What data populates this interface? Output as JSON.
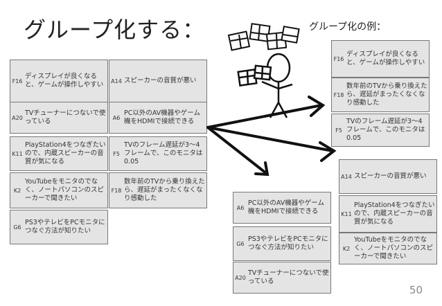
{
  "slide": {
    "title": "グループ化する：",
    "example_title": "グループ化の例：",
    "page_number": "50"
  },
  "cards": {
    "F16": {
      "code": "F16",
      "text": "ディスプレイが良くなると、ゲームが操作しやすい"
    },
    "A14": {
      "code": "A14",
      "text": "スピーカーの音質が悪い"
    },
    "A20": {
      "code": "A20",
      "text": "TVチューナーにつないで使っている"
    },
    "A6": {
      "code": "A6",
      "text": "PC以外のAV機器やゲーム機をHDMIで接続できる"
    },
    "K11": {
      "code": "K11",
      "text": "PlayStation4をつなぎたいので、内蔵スピーカーの音質が気になる"
    },
    "F5": {
      "code": "F5",
      "text": "TVのフレーム遅延が3～4フレームで、このモニタは0.05"
    },
    "K2": {
      "code": "K2",
      "text": "YouTubeをモニタのでなく、ノートパソコンのスピーカーで聞きたい"
    },
    "F18": {
      "code": "F18",
      "text": "数年前のTVから乗り換えたら、遅延がまったくなくなり感動した"
    },
    "G6": {
      "code": "G6",
      "text": "PS3やテレビをPCモニタにつなぐ方法が知りたい"
    }
  },
  "colors": {
    "card_bg": "#e4e4e4",
    "card_border": "#777777",
    "arrow": "#111111"
  },
  "icons": [
    "stick-figure-holding-cards-icon",
    "card-stack-icon",
    "group-arrow-icon"
  ]
}
